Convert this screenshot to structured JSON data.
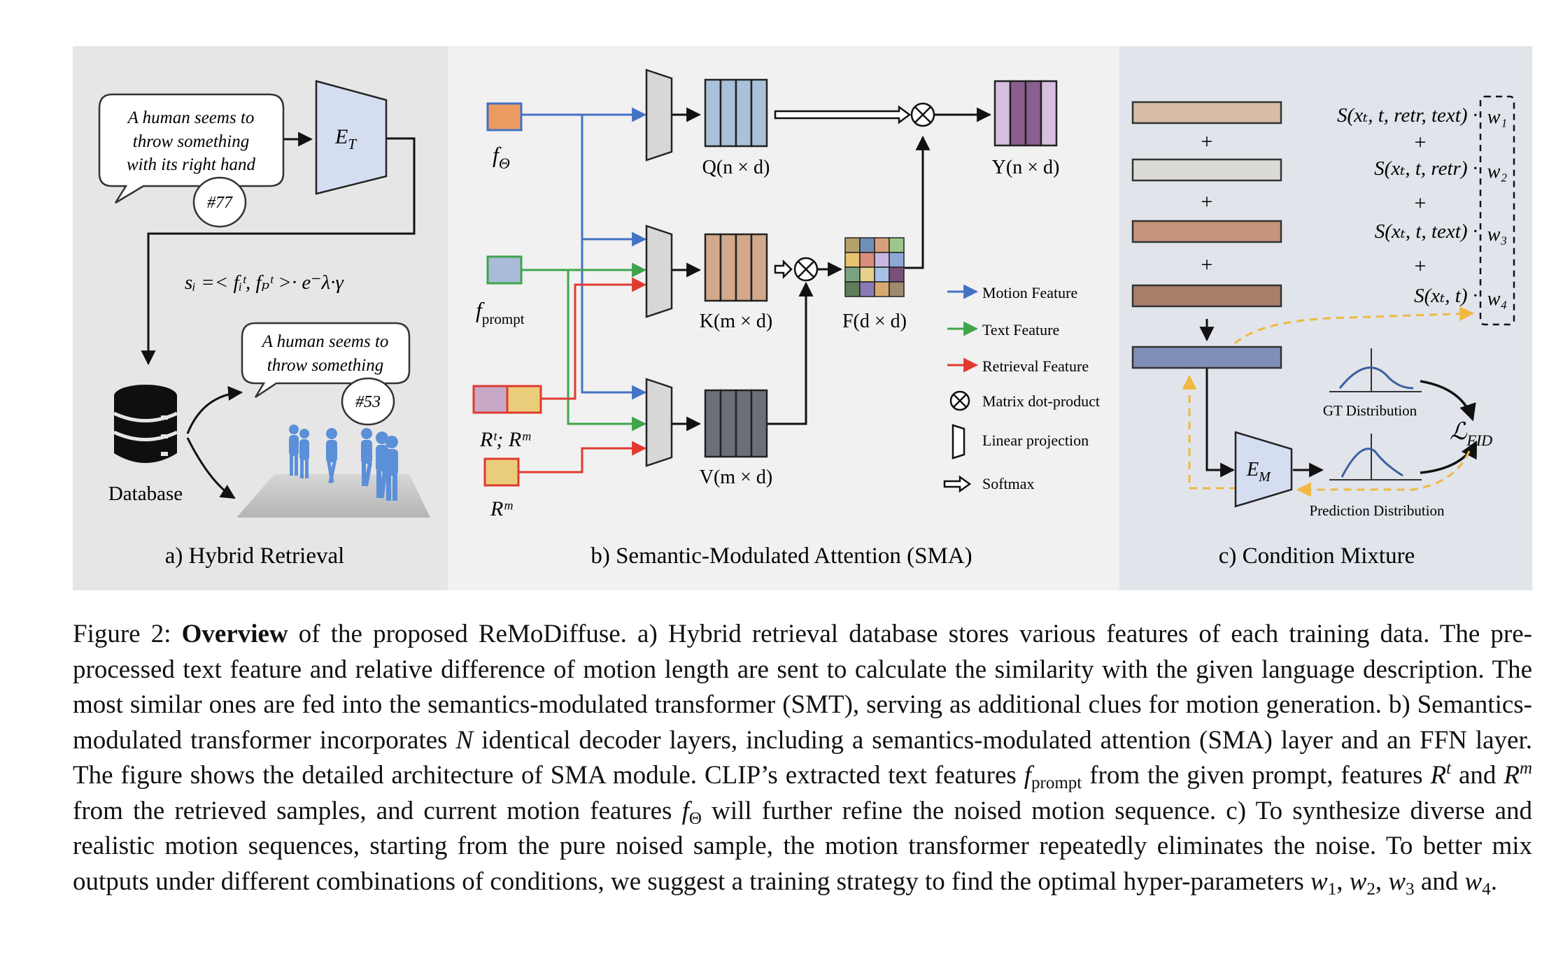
{
  "panels": {
    "a": {
      "title": "a) Hybrid Retrieval",
      "bubble_top": [
        "A human seems to",
        "throw something",
        "with its right hand"
      ],
      "bubble_top_tag": "#77",
      "encoder_label": "E",
      "encoder_sub": "T",
      "similarity_formula": "sᵢ =< fᵢᵗ, fₚᵗ >· e⁻λ·γ",
      "bubble_bottom": [
        "A human seems to",
        "throw something"
      ],
      "bubble_bottom_tag": "#53",
      "database_label": "Database"
    },
    "b": {
      "title": "b) Semantic-Modulated Attention (SMA)",
      "inputs": {
        "f_theta": "f",
        "f_theta_sub": "Θ",
        "f_prompt": "f",
        "f_prompt_sub": "prompt",
        "rt_rm": "Rᵗ; Rᵐ",
        "rm": "Rᵐ"
      },
      "q_label": "Q(n × d)",
      "k_label": "K(m × d)",
      "v_label": "V(m × d)",
      "f_label": "F(d × d)",
      "y_label": "Y(n × d)",
      "legend": [
        {
          "label": "Motion Feature",
          "color": "#4472c4"
        },
        {
          "label": "Text Feature",
          "color": "#3ea54a"
        },
        {
          "label": "Retrieval Feature",
          "color": "#e03a2f"
        },
        {
          "label": "Matrix dot-product",
          "icon": "otimes-icon"
        },
        {
          "label": "Linear projection",
          "icon": "linear-projection-icon"
        },
        {
          "label": "Softmax",
          "icon": "softmax-arrow-icon"
        }
      ]
    },
    "c": {
      "title": "c) Condition Mixture",
      "terms": [
        "S(xₜ, t, retr, text) ·",
        "S(xₜ, t, retr) ·",
        "S(xₜ, t, text) ·",
        "S(xₜ, t) ·"
      ],
      "weights": [
        "w₁",
        "w₂",
        "w₃",
        "w₄"
      ],
      "plus": "+",
      "gt_label": "GT Distribution",
      "pred_label": "Prediction Distribution",
      "encoder_label": "E",
      "encoder_sub": "M",
      "loss_label": "ℒ",
      "loss_sub": "FID"
    }
  },
  "caption": {
    "figure_label": "Figure 2:",
    "bold": "Overview",
    "seg1": " of the proposed ReMoDiffuse.  a) Hybrid retrieval database stores various features of each training data.  The pre-processed text feature and relative difference of motion length are sent to calculate the similarity with the given language description. The most similar ones are fed into the semantics-modulated transformer (SMT), serving as additional clues for motion generation.  b) Semantics-modulated transformer incorporates ",
    "N": "N",
    "seg2": " identical decoder layers, including a semantics-modulated attention (SMA) layer and an FFN layer. The figure shows the detailed architecture of SMA module. CLIP’s extracted text features ",
    "f1": "f",
    "f1_sub": "prompt",
    "seg3": " from the given prompt, features ",
    "R1": "R",
    "R1_sup": "t",
    "seg4": " and ",
    "R2": "R",
    "R2_sup": "m",
    "seg5": " from the retrieved samples, and current motion features ",
    "f2": "f",
    "f2_sub": "Θ",
    "seg6": " will further refine the noised motion sequence.  c) To synthesize diverse and realistic motion sequences, starting from the pure noised sample, the motion transformer repeatedly eliminates the noise.  To better mix outputs under different combinations of conditions, we suggest a training strategy to find the optimal hyper-parameters ",
    "w1": "w",
    "w1_sub": "1",
    "c1": ", ",
    "w2": "w",
    "w2_sub": "2",
    "c2": ", ",
    "w3": "w",
    "w3_sub": "3",
    "seg7": " and ",
    "w4": "w",
    "w4_sub": "4",
    "end": "."
  }
}
